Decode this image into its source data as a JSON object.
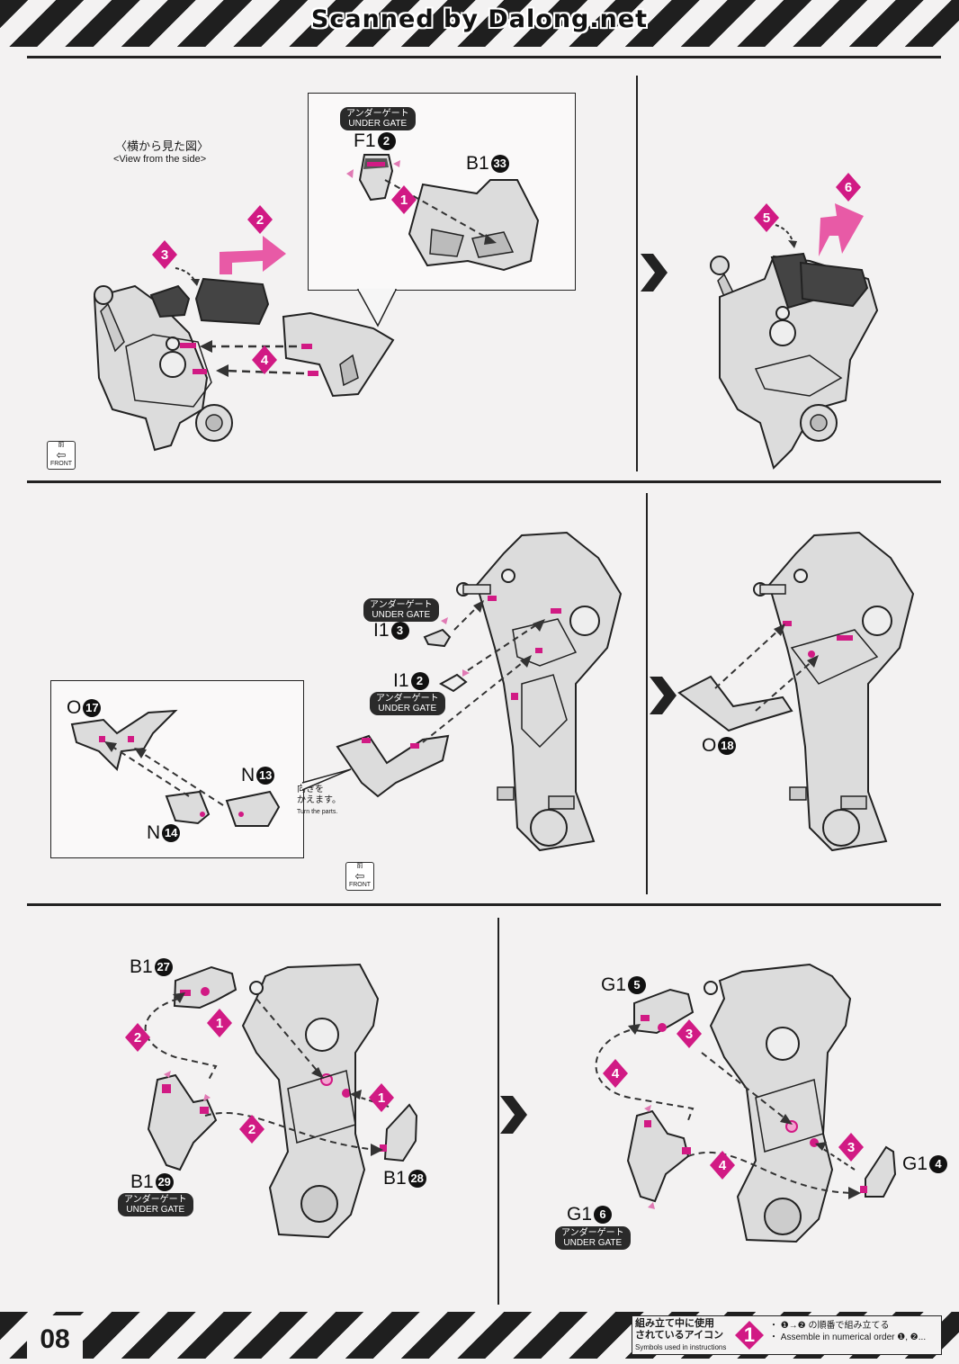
{
  "header": {
    "watermark": "Scanned by Dalong.net"
  },
  "colors": {
    "accent": "#d11a84",
    "ink": "#1f1f1f",
    "part_fill": "#dcdcdc",
    "paper": "#f3f2f2"
  },
  "labels": {
    "under_gate_ja": "アンダーゲート",
    "under_gate_en": "UNDER GATE",
    "front_ja": "前",
    "front_en": "FRONT"
  },
  "panel1": {
    "view_ja": "〈横から見た図〉",
    "view_en": "<View from the side>",
    "part_f1": "F1",
    "part_f1_num": "2",
    "part_b1": "B1",
    "part_b1_num": "33",
    "steps": [
      "1",
      "2",
      "3",
      "4"
    ]
  },
  "panel2": {
    "steps": [
      "5",
      "6"
    ]
  },
  "panel3": {
    "part_i1a": "I1",
    "part_i1a_num": "3",
    "part_i1b": "I1",
    "part_i1b_num": "2",
    "part_o": "O",
    "part_o_num": "17",
    "part_n13": "N",
    "part_n13_num": "13",
    "part_n14": "N",
    "part_n14_num": "14",
    "turn_ja_1": "向きを",
    "turn_ja_2": "かえます。",
    "turn_en": "Turn the parts."
  },
  "panel4": {
    "part_o": "O",
    "part_o_num": "18"
  },
  "panel5": {
    "part_a": "B1",
    "part_a_num": "27",
    "part_b": "B1",
    "part_b_num": "29",
    "part_c": "B1",
    "part_c_num": "28",
    "steps": [
      "1",
      "2",
      "1",
      "2"
    ]
  },
  "panel6": {
    "part_a": "G1",
    "part_a_num": "5",
    "part_b": "G1",
    "part_b_num": "6",
    "part_c": "G1",
    "part_c_num": "4",
    "steps": [
      "3",
      "4",
      "3",
      "4"
    ]
  },
  "footer": {
    "page": "08",
    "legend_title_ja_1": "組み立て中に使用",
    "legend_title_ja_2": "されているアイコン",
    "legend_title_en": "Symbols used in instructions",
    "legend_icon": "1",
    "legend_ja": "・ ❶→❷ の順番で組み立てる",
    "legend_en": "・ Assemble in numerical order ❶, ❷..."
  }
}
